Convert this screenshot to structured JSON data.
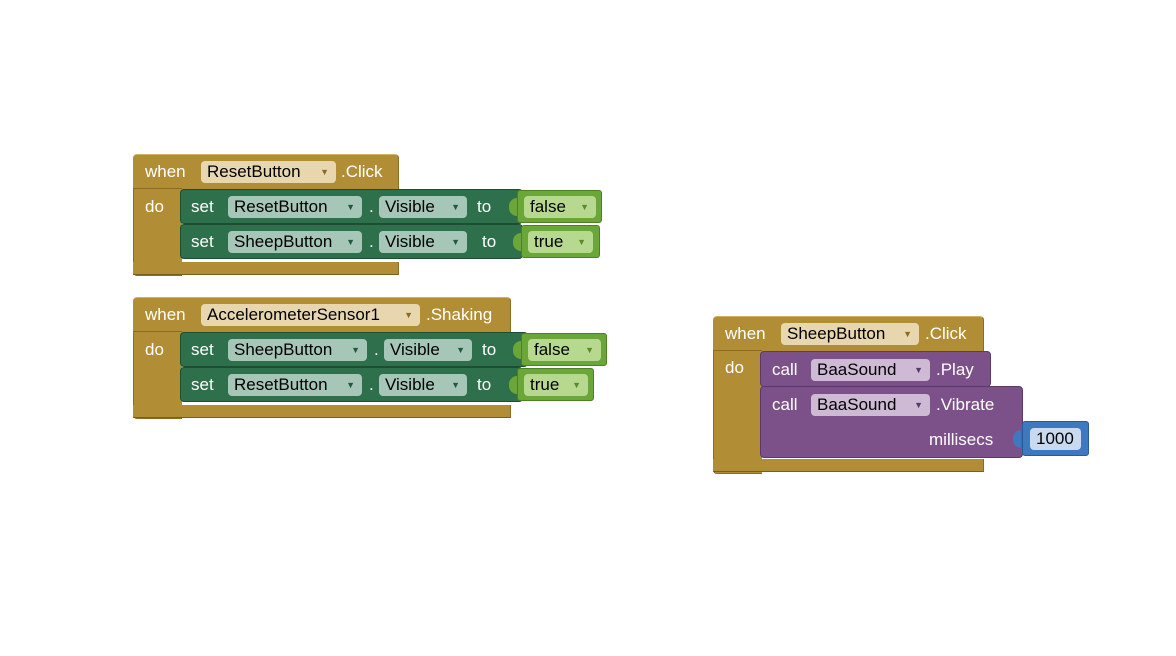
{
  "workspace": {
    "block1": {
      "when": "when",
      "component": "ResetButton",
      "event": ".Click",
      "do": "do",
      "rows": [
        {
          "set": "set",
          "component": "ResetButton",
          "dot": ".",
          "property": "Visible",
          "to": "to",
          "value": "false"
        },
        {
          "set": "set",
          "component": "SheepButton",
          "dot": ".",
          "property": "Visible",
          "to": "to",
          "value": "true"
        }
      ]
    },
    "block2": {
      "when": "when",
      "component": "AccelerometerSensor1",
      "event": ".Shaking",
      "do": "do",
      "rows": [
        {
          "set": "set",
          "component": "SheepButton",
          "dot": ".",
          "property": "Visible",
          "to": "to",
          "value": "false"
        },
        {
          "set": "set",
          "component": "ResetButton",
          "dot": ".",
          "property": "Visible",
          "to": "to",
          "value": "true"
        }
      ]
    },
    "block3": {
      "when": "when",
      "component": "SheepButton",
      "event": ".Click",
      "do": "do",
      "calls": [
        {
          "call": "call",
          "component": "BaaSound",
          "method": ".Play"
        },
        {
          "call": "call",
          "component": "BaaSound",
          "method": ".Vibrate",
          "param": "millisecs",
          "value": "1000"
        }
      ]
    }
  },
  "colors": {
    "event": "#b18e35",
    "set": "#2e6f4c",
    "logic": "#6aa638",
    "call": "#7c5189",
    "math": "#3e78bf"
  },
  "icons": {
    "dropdown": "dropdown-arrow-icon"
  }
}
